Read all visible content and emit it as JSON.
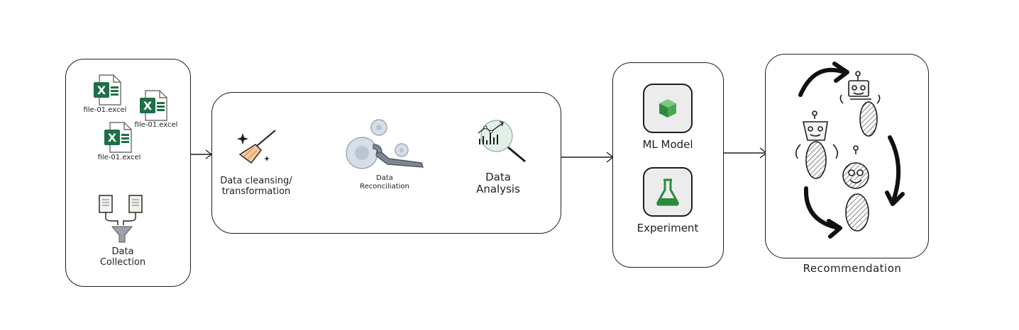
{
  "data_collection": {
    "files": [
      "file-01.excel",
      "file-01.excel",
      "file-01.excel"
    ],
    "label_line1": "Data",
    "label_line2": "Collection"
  },
  "processing": {
    "cleansing_line1": "Data cleansing/",
    "cleansing_line2": "transformation",
    "reconciliation_line1": "Data",
    "reconciliation_line2": "Reconciliation",
    "analysis_line1": "Data",
    "analysis_line2": "Analysis"
  },
  "modeling": {
    "ml_model_label": "ML Model",
    "experiment_label": "Experiment"
  },
  "recommendation": {
    "label": "Recommendation"
  },
  "colors": {
    "excel_green": "#1d7044",
    "gear_blue": "#cfd9e6",
    "flask_green": "#2d8a3e",
    "cube_green": "#3fa34d",
    "ink": "#1e1e1e"
  }
}
